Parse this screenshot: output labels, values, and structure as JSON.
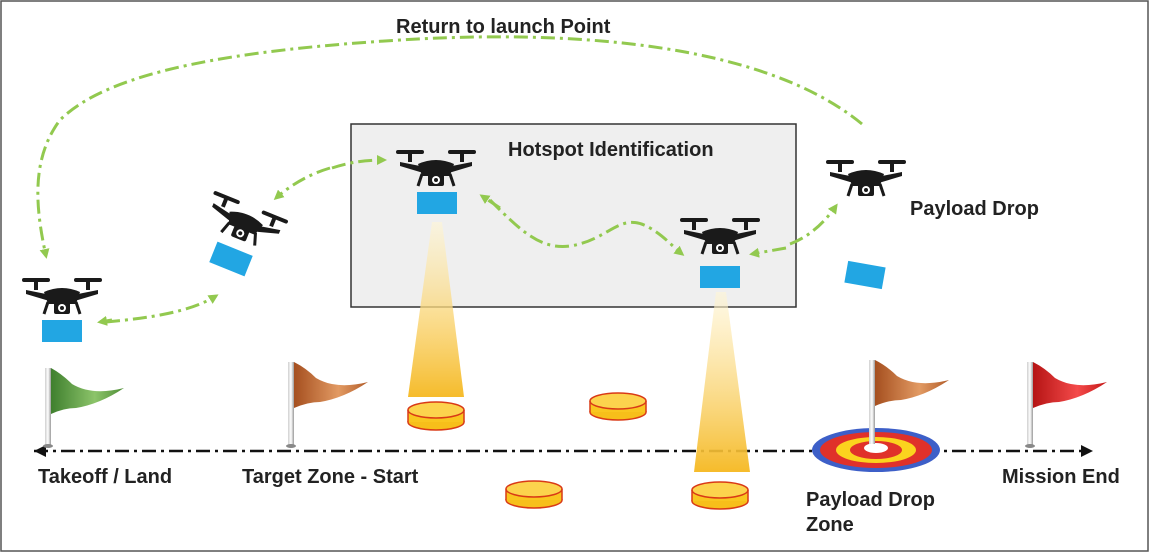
{
  "labels": {
    "return": "Return to launch Point",
    "hotspot": "Hotspot Identification",
    "payload_drop": "Payload Drop",
    "takeoff": "Takeoff / Land",
    "target_start": "Target Zone - Start",
    "drop_zone_line1": "Payload Drop",
    "drop_zone_line2": "Zone",
    "mission_end": "Mission End"
  },
  "colors": {
    "path": "#92c94f",
    "payload": "#22a6e3",
    "box_fill": "#efefef",
    "drone": "#1a1a1a",
    "beam": "#f7c740",
    "disc": "#f9c61f",
    "disc_edge": "#d93a16",
    "flag_green": "#62a043",
    "flag_orange": "#c56b34",
    "flag_red": "#dc2020",
    "target_blue": "#3d5fc8",
    "target_red": "#e0312a",
    "target_yellow": "#fbd41e"
  },
  "icons": [
    "drone-icon",
    "payload-box-icon",
    "flag-icon",
    "target-icon",
    "hotspot-disc-icon"
  ]
}
